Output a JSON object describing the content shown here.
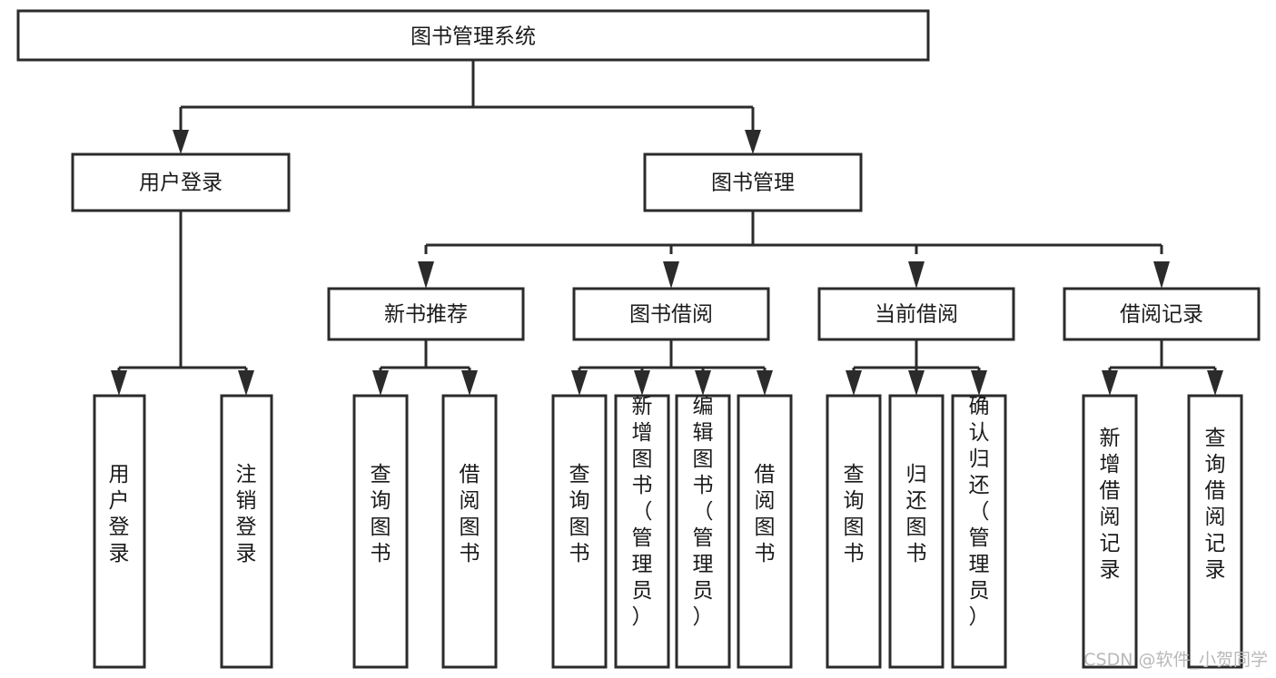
{
  "diagram": {
    "title": "图书管理系统",
    "type": "hierarchy-tree",
    "orientation": "top-down",
    "root": {
      "id": "root",
      "label": "图书管理系统",
      "text_direction": "horizontal"
    },
    "level2": [
      {
        "id": "user-login",
        "label": "用户登录",
        "text_direction": "horizontal"
      },
      {
        "id": "book-management",
        "label": "图书管理",
        "text_direction": "horizontal"
      }
    ],
    "level3": [
      {
        "id": "new-book-recommend",
        "label": "新书推荐",
        "parent": "book-management",
        "text_direction": "horizontal"
      },
      {
        "id": "book-borrow",
        "label": "图书借阅",
        "parent": "book-management",
        "text_direction": "horizontal"
      },
      {
        "id": "current-borrow",
        "label": "当前借阅",
        "parent": "book-management",
        "text_direction": "horizontal"
      },
      {
        "id": "borrow-record",
        "label": "借阅记录",
        "parent": "book-management",
        "text_direction": "horizontal"
      }
    ],
    "leaves": [
      {
        "id": "leaf-user-login",
        "label": "用户登录",
        "parent": "user-login",
        "text_direction": "vertical"
      },
      {
        "id": "leaf-user-logout",
        "label": "注销登录",
        "parent": "user-login",
        "text_direction": "vertical"
      },
      {
        "id": "leaf-query-book-recommend",
        "label": "查询图书",
        "parent": "new-book-recommend",
        "text_direction": "vertical"
      },
      {
        "id": "leaf-borrow-book-recommend",
        "label": "借阅图书",
        "parent": "new-book-recommend",
        "text_direction": "vertical"
      },
      {
        "id": "leaf-query-book-borrow",
        "label": "查询图书",
        "parent": "book-borrow",
        "text_direction": "vertical"
      },
      {
        "id": "leaf-add-book-admin",
        "label": "新增图书（管理员）",
        "parent": "book-borrow",
        "text_direction": "vertical"
      },
      {
        "id": "leaf-edit-book-admin",
        "label": "编辑图书（管理员）",
        "parent": "book-borrow",
        "text_direction": "vertical"
      },
      {
        "id": "leaf-borrow-book",
        "label": "借阅图书",
        "parent": "book-borrow",
        "text_direction": "vertical"
      },
      {
        "id": "leaf-query-book-current",
        "label": "查询图书",
        "parent": "current-borrow",
        "text_direction": "vertical"
      },
      {
        "id": "leaf-return-book",
        "label": "归还图书",
        "parent": "current-borrow",
        "text_direction": "vertical"
      },
      {
        "id": "leaf-confirm-return-admin",
        "label": "确认归还（管理员）",
        "parent": "current-borrow",
        "text_direction": "vertical"
      },
      {
        "id": "leaf-add-borrow-record",
        "label": "新增借阅记录",
        "parent": "borrow-record",
        "text_direction": "vertical"
      },
      {
        "id": "leaf-query-borrow-record",
        "label": "查询借阅记录",
        "parent": "borrow-record",
        "text_direction": "vertical"
      }
    ],
    "colors": {
      "box_stroke": "#2b2b2b",
      "box_fill": "#ffffff",
      "text": "#1a1a1a",
      "connector": "#2b2b2b",
      "watermark": "#b9b9b9",
      "background": "#ffffff"
    }
  },
  "watermark": {
    "text": "CSDN @软件_小贺同学"
  }
}
